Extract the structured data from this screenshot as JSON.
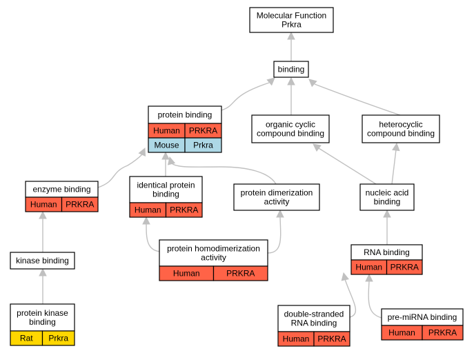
{
  "nodes": [
    {
      "id": "molecular_function",
      "lines": [
        "Molecular Function",
        "Prkra"
      ]
    },
    {
      "id": "binding",
      "lines": [
        "binding"
      ]
    },
    {
      "id": "protein_binding",
      "lines": [
        "protein binding"
      ],
      "rows": [
        {
          "species": "Human",
          "gene": "PRKRA",
          "color": "#ff6347"
        },
        {
          "species": "Mouse",
          "gene": "Prkra",
          "color": "#add8e6"
        }
      ]
    },
    {
      "id": "organic_cyclic",
      "lines": [
        "organic cyclic",
        "compound binding"
      ]
    },
    {
      "id": "heterocyclic",
      "lines": [
        "heterocyclic",
        "compound binding"
      ]
    },
    {
      "id": "enzyme_binding",
      "lines": [
        "enzyme binding"
      ],
      "rows": [
        {
          "species": "Human",
          "gene": "PRKRA",
          "color": "#ff6347"
        }
      ]
    },
    {
      "id": "identical_protein",
      "lines": [
        "identical protein",
        "binding"
      ],
      "rows": [
        {
          "species": "Human",
          "gene": "PRKRA",
          "color": "#ff6347"
        }
      ]
    },
    {
      "id": "protein_dimerization",
      "lines": [
        "protein dimerization",
        "activity"
      ]
    },
    {
      "id": "nucleic_acid",
      "lines": [
        "nucleic acid",
        "binding"
      ]
    },
    {
      "id": "kinase_binding",
      "lines": [
        "kinase binding"
      ]
    },
    {
      "id": "protein_homodimerization",
      "lines": [
        "protein homodimerization",
        "activity"
      ],
      "rows": [
        {
          "species": "Human",
          "gene": "PRKRA",
          "color": "#ff6347"
        }
      ]
    },
    {
      "id": "rna_binding",
      "lines": [
        "RNA binding"
      ],
      "rows": [
        {
          "species": "Human",
          "gene": "PRKRA",
          "color": "#ff6347"
        }
      ]
    },
    {
      "id": "protein_kinase",
      "lines": [
        "protein kinase",
        "binding"
      ],
      "rows": [
        {
          "species": "Rat",
          "gene": "Prkra",
          "color": "#ffd700"
        }
      ]
    },
    {
      "id": "dsrna_binding",
      "lines": [
        "double-stranded",
        "RNA binding"
      ],
      "rows": [
        {
          "species": "Human",
          "gene": "PRKRA",
          "color": "#ff6347"
        }
      ]
    },
    {
      "id": "pre_mirna_binding",
      "lines": [
        "pre-miRNA binding"
      ],
      "rows": [
        {
          "species": "Human",
          "gene": "PRKRA",
          "color": "#ff6347"
        }
      ]
    }
  ],
  "edges": [
    {
      "from": "binding",
      "to": "molecular_function"
    },
    {
      "from": "protein_binding",
      "to": "binding"
    },
    {
      "from": "organic_cyclic",
      "to": "binding"
    },
    {
      "from": "heterocyclic",
      "to": "binding"
    },
    {
      "from": "enzyme_binding",
      "to": "protein_binding"
    },
    {
      "from": "identical_protein",
      "to": "protein_binding"
    },
    {
      "from": "protein_dimerization",
      "to": "protein_binding"
    },
    {
      "from": "nucleic_acid",
      "to": "organic_cyclic"
    },
    {
      "from": "nucleic_acid",
      "to": "heterocyclic"
    },
    {
      "from": "kinase_binding",
      "to": "enzyme_binding"
    },
    {
      "from": "protein_homodimerization",
      "to": "identical_protein"
    },
    {
      "from": "protein_homodimerization",
      "to": "protein_dimerization"
    },
    {
      "from": "rna_binding",
      "to": "nucleic_acid"
    },
    {
      "from": "protein_kinase",
      "to": "kinase_binding"
    },
    {
      "from": "dsrna_binding",
      "to": "rna_binding"
    },
    {
      "from": "pre_mirna_binding",
      "to": "rna_binding"
    }
  ],
  "colors": {
    "edge": "#c0c0c0",
    "border": "#000000"
  }
}
